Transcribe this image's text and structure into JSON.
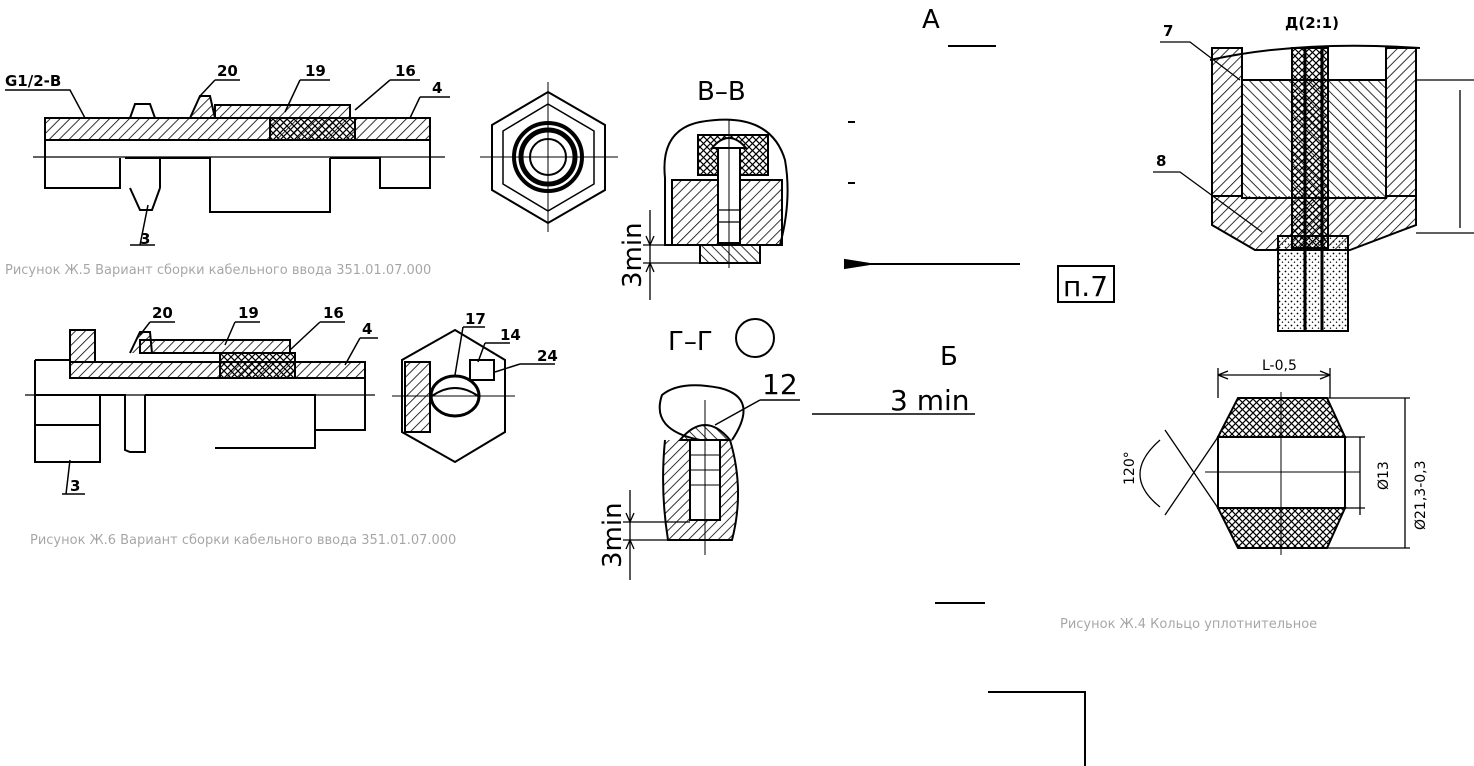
{
  "drawing": {
    "labels": {
      "thread": "G1/2-B",
      "top_20": "20",
      "top_19": "19",
      "top_16": "16",
      "top_4": "4",
      "top_3": "3",
      "bot_20": "20",
      "bot_19": "19",
      "bot_16": "16",
      "bot_4": "4",
      "bot_3": "3",
      "n17": "17",
      "n14": "14",
      "n24": "24",
      "n7": "7",
      "n8": "8",
      "n12": "12"
    },
    "sections": {
      "vv": "B–B",
      "gg": "Г–Г",
      "a": "А",
      "b": "Б",
      "d": "Д(2:1)",
      "note": "п.7"
    },
    "dims": {
      "min_3_a": "3min",
      "min_3_b": "3min",
      "min_3_c": "3  min",
      "L": "L-0,5",
      "angle": "120°",
      "d13": "Ø13",
      "d21": "Ø21,3-0,3"
    },
    "captions": {
      "fig5": "Рисунок Ж.5  Вариант сборки кабельного ввода  351.01.07.000",
      "fig6": "Рисунок Ж.6  Вариант сборки кабельного ввода  351.01.07.000",
      "fig4": "Рисунок Ж.4  Кольцо уплотнительное"
    }
  }
}
